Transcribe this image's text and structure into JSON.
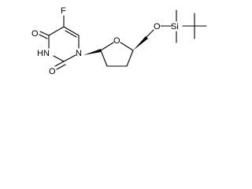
{
  "molecule": {
    "atoms": {
      "F": "F",
      "O4": "O",
      "N3": "HN",
      "O2": "O",
      "N1": "N",
      "O_ring": "O",
      "O_ether": "O",
      "Si": "Si"
    }
  },
  "colors": {
    "ink": "#000000",
    "background": "#ffffff"
  }
}
